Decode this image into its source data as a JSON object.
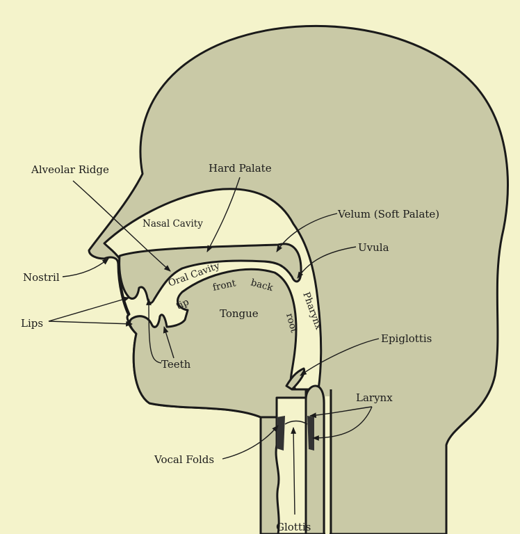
{
  "title": "Human vocal tract (sagittal section)",
  "colors": {
    "background": "#f4f3cb",
    "tissue": "#c9c9a6",
    "outline": "#1a1a1a"
  },
  "labels": {
    "alveolar_ridge": "Alveolar Ridge",
    "hard_palate": "Hard Palate",
    "nasal_cavity": "Nasal Cavity",
    "velum": "Velum (Soft Palate)",
    "uvula": "Uvula",
    "nostril": "Nostril",
    "oral_cavity": "Oral Cavity",
    "front": "front",
    "back": "back",
    "tip": "tip",
    "tongue": "Tongue",
    "root": "root",
    "pharynx": "Pharynx",
    "lips": "Lips",
    "teeth": "Teeth",
    "epiglottis": "Epiglottis",
    "larynx": "Larynx",
    "vocal_folds": "Vocal Folds",
    "glottis": "Glottis"
  }
}
